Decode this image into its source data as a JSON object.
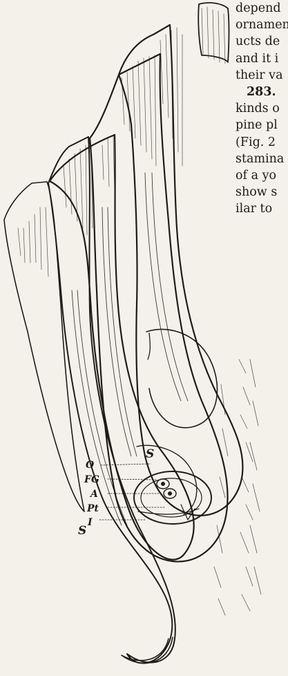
{
  "text_lines": [
    "depend",
    "ornamen",
    "ucts de",
    "and it i",
    "their va",
    "283.",
    "kinds o",
    "pine pl",
    "(Fig. 2",
    "stamina",
    "of a yo",
    "show s",
    "ilar to"
  ],
  "figure_labels": {
    "s_upper": "S",
    "s_lower": "S",
    "o": "O",
    "fg": "FG",
    "a": "A",
    "pt": "Pt",
    "i": "I"
  }
}
